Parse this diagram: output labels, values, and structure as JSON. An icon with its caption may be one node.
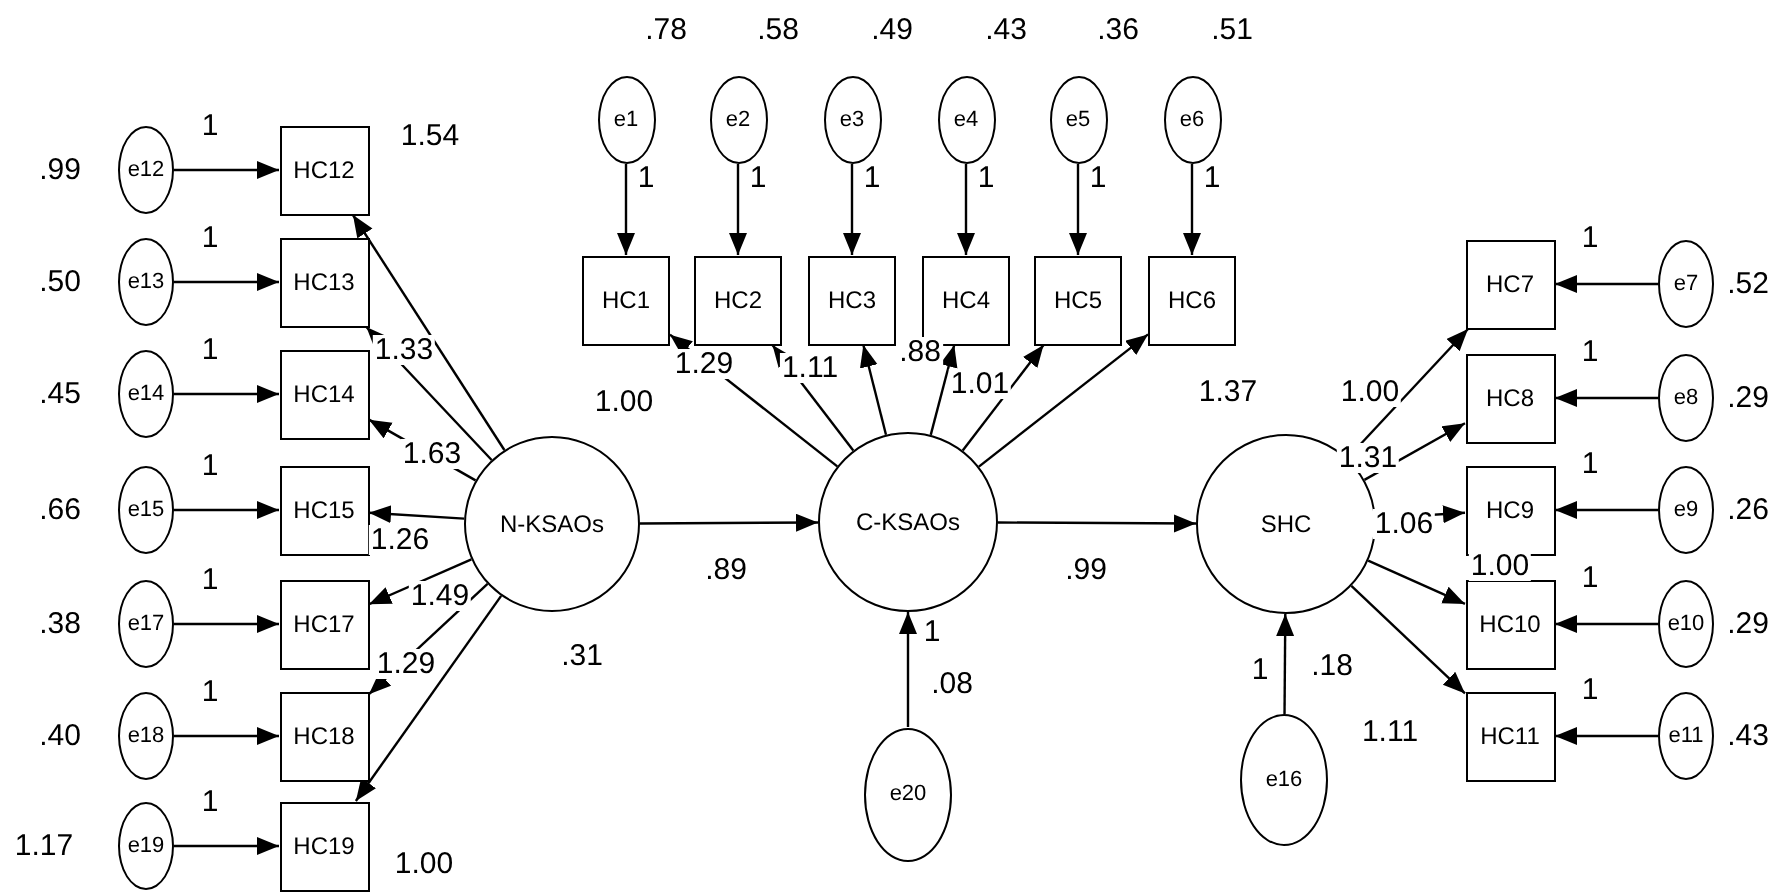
{
  "diagram": {
    "nodes": [
      {
        "text": [
          "e1"
        ],
        "beside": [
          ".78"
        ]
      },
      {
        "text": [
          "e2"
        ],
        "beside": [
          ".58"
        ]
      },
      {
        "text": [
          "e3"
        ],
        "beside": [
          ".49"
        ]
      },
      {
        "text": [
          "e4"
        ],
        "beside": [
          ".43"
        ]
      },
      {
        "text": [
          "e5"
        ],
        "beside": [
          ".36"
        ]
      },
      {
        "text": [
          "e6"
        ],
        "beside": [
          ".51"
        ]
      },
      {
        "text": [
          "HC1"
        ]
      },
      {
        "text": [
          "HC2"
        ]
      },
      {
        "text": [
          "HC3"
        ]
      },
      {
        "text": [
          "HC4"
        ]
      },
      {
        "text": [
          "HC5"
        ]
      },
      {
        "text": [
          "HC6"
        ]
      },
      {
        "text": [
          "e12"
        ],
        "beside": [
          ".99"
        ]
      },
      {
        "text": [
          "e13"
        ],
        "beside": [
          ".50"
        ]
      },
      {
        "text": [
          "e14"
        ],
        "beside": [
          ".45"
        ]
      },
      {
        "text": [
          "e15"
        ],
        "beside": [
          ".66"
        ]
      },
      {
        "text": [
          "e17"
        ],
        "beside": [
          ".38"
        ]
      },
      {
        "text": [
          "e18"
        ],
        "beside": [
          ".40"
        ]
      },
      {
        "text": [
          "e19"
        ],
        "beside": [
          "1.17"
        ]
      },
      {
        "text": [
          "HC12"
        ]
      },
      {
        "text": [
          "HC13"
        ]
      },
      {
        "text": [
          "HC14"
        ]
      },
      {
        "text": [
          "HC15"
        ]
      },
      {
        "text": [
          "HC17"
        ]
      },
      {
        "text": [
          "HC18"
        ]
      },
      {
        "text": [
          "HC19"
        ]
      },
      {
        "text": [
          "N-KSAOs"
        ],
        "beside": [
          ".31"
        ]
      },
      {
        "text": [
          "C-KSAOs"
        ]
      },
      {
        "text": [
          "SHC"
        ]
      },
      {
        "text": [
          "HC7"
        ]
      },
      {
        "text": [
          "HC8"
        ]
      },
      {
        "text": [
          "HC9"
        ]
      },
      {
        "text": [
          "HC10"
        ]
      },
      {
        "text": [
          "HC11"
        ]
      },
      {
        "text": [
          "e7"
        ],
        "beside": [
          ".52"
        ]
      },
      {
        "text": [
          "e8"
        ],
        "beside": [
          ".29"
        ]
      },
      {
        "text": [
          "e9"
        ],
        "beside": [
          ".26"
        ]
      },
      {
        "text": [
          "e10"
        ],
        "beside": [
          ".29"
        ]
      },
      {
        "text": [
          "e11"
        ],
        "beside": [
          ".43"
        ]
      },
      {
        "text": [
          "e20"
        ],
        "beside": [
          ".08"
        ]
      },
      {
        "text": [
          "e16"
        ],
        "beside": [
          ".18"
        ]
      }
    ],
    "edges": [
      {
        "from": 0,
        "to": 6,
        "arrow": "to",
        "label": "1"
      },
      {
        "from": 1,
        "to": 7,
        "arrow": "to",
        "label": "1"
      },
      {
        "from": 2,
        "to": 8,
        "arrow": "to",
        "label": "1"
      },
      {
        "from": 3,
        "to": 9,
        "arrow": "to",
        "label": "1"
      },
      {
        "from": 4,
        "to": 10,
        "arrow": "to",
        "label": "1"
      },
      {
        "from": 5,
        "to": 11,
        "arrow": "to",
        "label": "1"
      },
      {
        "from": 12,
        "to": 19,
        "arrow": "to",
        "label": "1"
      },
      {
        "from": 13,
        "to": 20,
        "arrow": "to",
        "label": "1"
      },
      {
        "from": 14,
        "to": 21,
        "arrow": "to",
        "label": "1"
      },
      {
        "from": 15,
        "to": 22,
        "arrow": "to",
        "label": "1"
      },
      {
        "from": 16,
        "to": 23,
        "arrow": "to",
        "label": "1"
      },
      {
        "from": 17,
        "to": 24,
        "arrow": "to",
        "label": "1"
      },
      {
        "from": 18,
        "to": 25,
        "arrow": "to",
        "label": "1"
      },
      {
        "from": 26,
        "to": 19,
        "arrow": "to",
        "label": "1.54"
      },
      {
        "from": 26,
        "to": 20,
        "arrow": "to",
        "label": "1.33"
      },
      {
        "from": 26,
        "to": 21,
        "arrow": "to",
        "label": "1.63"
      },
      {
        "from": 26,
        "to": 22,
        "arrow": "to",
        "label": "1.26"
      },
      {
        "from": 26,
        "to": 23,
        "arrow": "to",
        "label": "1.49"
      },
      {
        "from": 26,
        "to": 24,
        "arrow": "to",
        "label": "1.29"
      },
      {
        "from": 26,
        "to": 25,
        "arrow": "to",
        "label": "1.00"
      },
      {
        "from": 26,
        "to": 27,
        "arrow": "to",
        "label": ".89"
      },
      {
        "from": 27,
        "to": 6,
        "arrow": "to",
        "label": "1.00"
      },
      {
        "from": 27,
        "to": 7,
        "arrow": "to",
        "label": "1.29"
      },
      {
        "from": 27,
        "to": 8,
        "arrow": "to",
        "label": "1.11"
      },
      {
        "from": 27,
        "to": 9,
        "arrow": "to",
        "label": ".88"
      },
      {
        "from": 27,
        "to": 10,
        "arrow": "to",
        "label": "1.01"
      },
      {
        "from": 27,
        "to": 11,
        "arrow": "to",
        "label": "1.37"
      },
      {
        "from": 27,
        "to": 28,
        "arrow": "to",
        "label": ".99"
      },
      {
        "from": 28,
        "to": 29,
        "arrow": "to",
        "label": "1.00"
      },
      {
        "from": 28,
        "to": 30,
        "arrow": "to",
        "label": "1.31"
      },
      {
        "from": 28,
        "to": 31,
        "arrow": "to",
        "label": "1.06"
      },
      {
        "from": 28,
        "to": 32,
        "arrow": "to",
        "label": "1.00"
      },
      {
        "from": 28,
        "to": 33,
        "arrow": "to",
        "label": "1.11"
      },
      {
        "from": 34,
        "to": 29,
        "arrow": "to",
        "label": "1"
      },
      {
        "from": 35,
        "to": 30,
        "arrow": "to",
        "label": "1"
      },
      {
        "from": 36,
        "to": 31,
        "arrow": "to",
        "label": "1"
      },
      {
        "from": 37,
        "to": 32,
        "arrow": "to",
        "label": "1"
      },
      {
        "from": 38,
        "to": 33,
        "arrow": "to",
        "label": "1"
      },
      {
        "from": 39,
        "to": 27,
        "arrow": "to",
        "label": "1"
      },
      {
        "from": 40,
        "to": 28,
        "arrow": "to",
        "label": "1"
      }
    ]
  }
}
